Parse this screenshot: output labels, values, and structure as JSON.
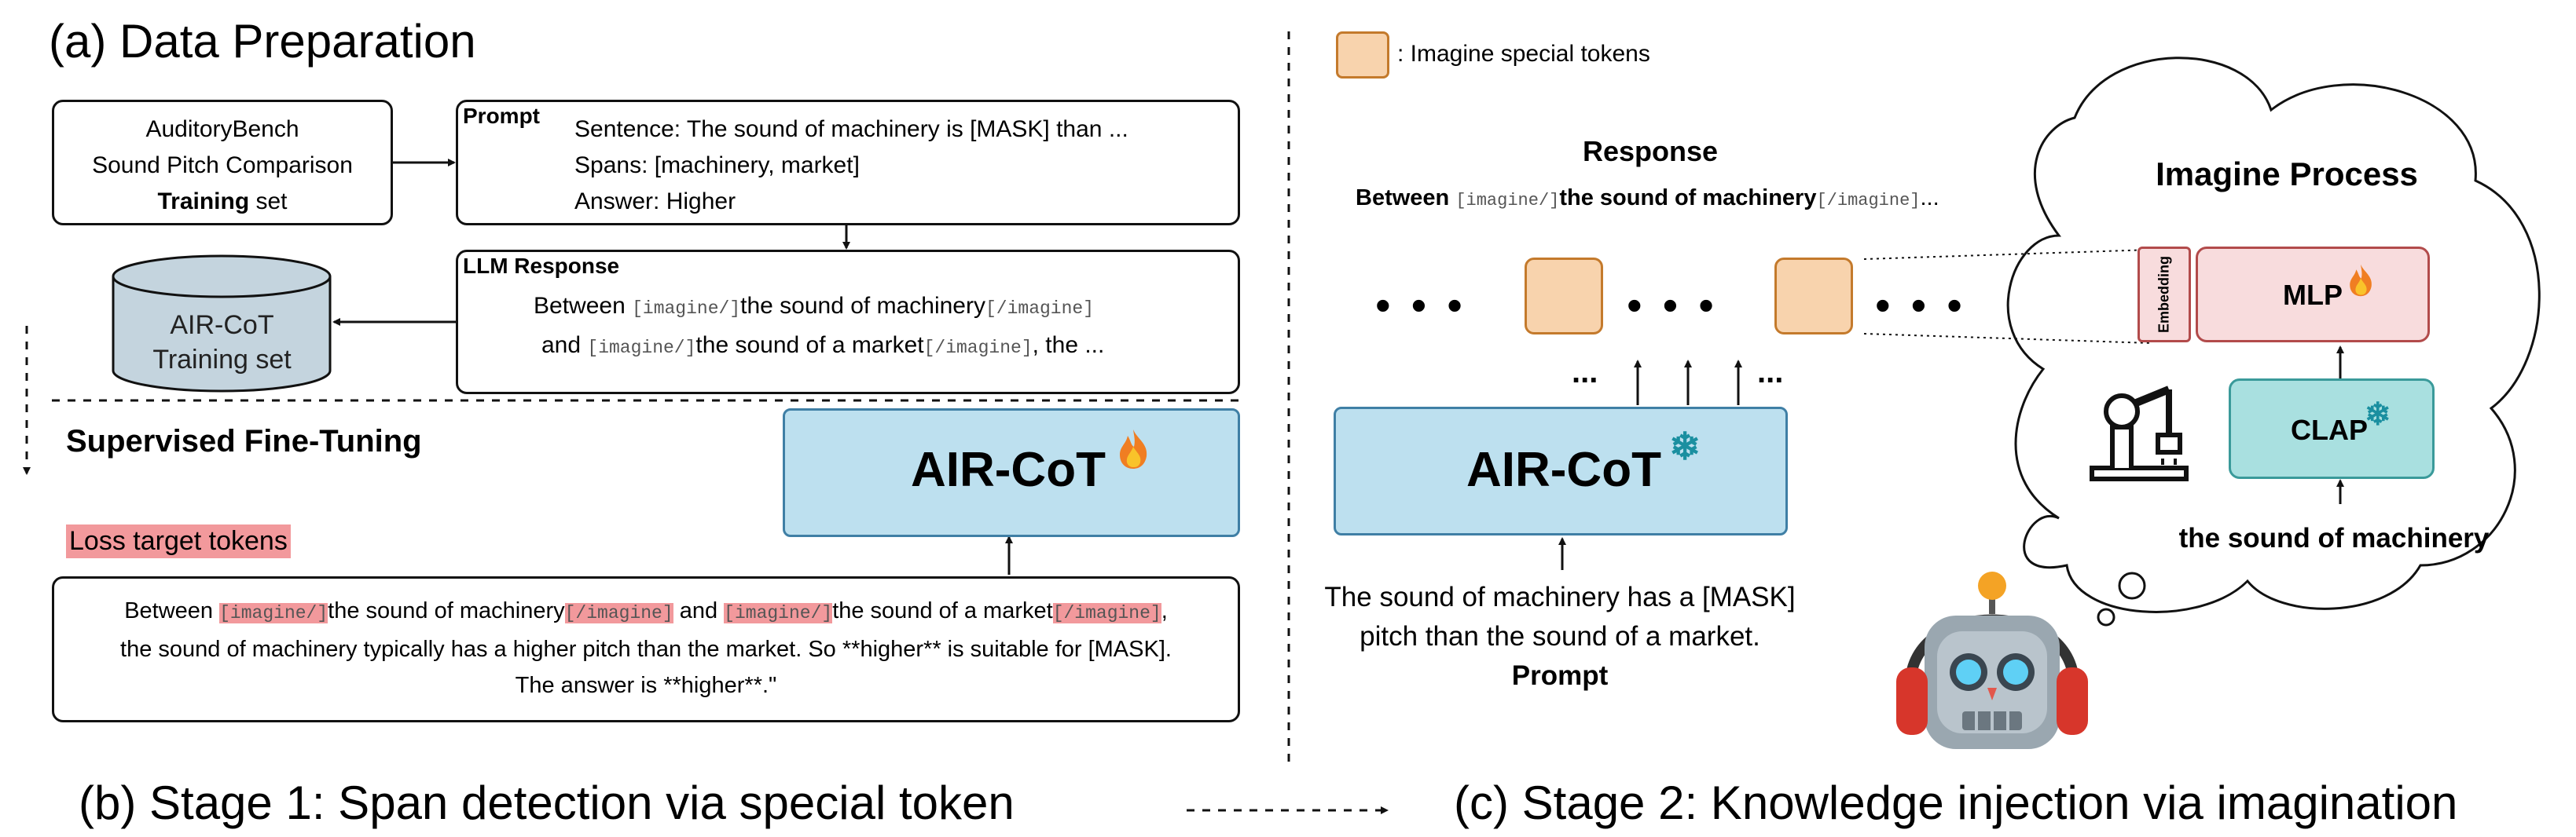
{
  "colors": {
    "model_blue": "#bde0ef",
    "token_orange": "#f8d3ad",
    "highlight_red": "#f2999c",
    "mlp_pink": "#f8dcdd",
    "clap_teal": "#a9e0e0"
  },
  "section_a": {
    "title": "(a) Data Preparation",
    "auditory": {
      "line1": "AuditoryBench",
      "line2": "Sound Pitch Comparison",
      "bold": "Training",
      "rest": " set"
    },
    "prompt": {
      "label": "Prompt",
      "sentence": "Sentence: The sound of machinery is [MASK] than ...",
      "spans": "Spans: [machinery, market]",
      "answer": "Answer: Higher"
    },
    "llm_response": {
      "label": "LLM Response",
      "l1_a": "Between ",
      "l1_tok1": "[imagine/]",
      "l1_b": "the sound of machinery",
      "l1_tok2": "[/imagine]",
      "l2_a": "and ",
      "l2_tok1": "[imagine/]",
      "l2_b": "the sound of a market",
      "l2_tok2": "[/imagine]",
      "l2_c": ", the ..."
    },
    "dataset": {
      "line1": "AIR-CoT",
      "line2": "Training set"
    }
  },
  "section_b": {
    "sft_title": "Supervised Fine-Tuning",
    "model": "AIR-CoT",
    "fire_icon": "fire-icon",
    "loss_label": "Loss target tokens",
    "target": {
      "l1_a": "Between ",
      "tok_open": "[imagine/]",
      "l1_b": "the sound of machinery",
      "tok_close": "[/imagine]",
      "l1_c": " and ",
      "l1_d": "the sound of a market",
      "l1_e": ",",
      "l2": "the sound of machinery typically has a higher pitch than the market. So **higher** is suitable for [MASK].",
      "l3": "The answer is **higher**.\""
    },
    "caption": "(b) Stage 1: Span detection via special token"
  },
  "section_c": {
    "legend": ": Imagine special tokens",
    "response_label": "Response",
    "response_a": "Between ",
    "response_tok1": "[imagine/]",
    "response_b": "the sound of machinery",
    "response_tok2": "[/imagine]",
    "response_c": "...",
    "ellipsis": "...",
    "model": "AIR-CoT",
    "snow_icon": "snowflake-icon",
    "prompt_l1": "The sound of machinery has a [MASK]",
    "prompt_l2": "pitch than the sound of a market.",
    "prompt_label": "Prompt",
    "imagine_title": "Imagine Process",
    "embedding": "Embedding",
    "mlp": "MLP",
    "clap": "CLAP",
    "machinery_text": "the sound of machinery",
    "robot_icon": "robot-arm-icon",
    "assistant_icon": "robot-headphones-icon",
    "caption": "(c) Stage 2: Knowledge injection via imagination"
  }
}
